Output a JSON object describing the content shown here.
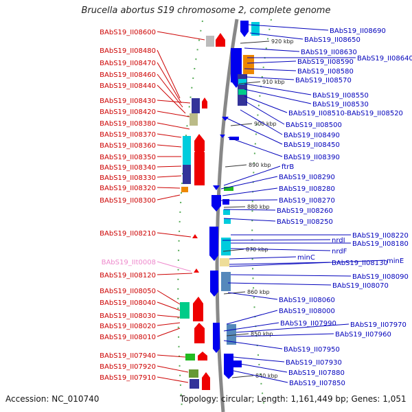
{
  "title": "Brucella abortus S19 chromosome 2, complete genome",
  "accession": "Accession: NC_010740",
  "topology": "Topology: circular; Length: 1,161,449 bp; Genes: 1,051",
  "colors": {
    "left_label": "#cc0000",
    "right_label": "#0000bb",
    "rna_label": "#ee88cc",
    "backbone": "#888888"
  },
  "ticks": [
    "920 kbp",
    "910 kbp",
    "900 kbp",
    "890 kbp",
    "880 kbp",
    "870 kbp",
    "860 kbp",
    "850 kbp",
    "840 kbp"
  ],
  "left_labels": [
    "BAbS19_II08600",
    "BAbS19_II08480",
    "BAbS19_II08470",
    "BAbS19_II08460",
    "BAbS19_II08440",
    "BAbS19_II08430",
    "BAbS19_II08420",
    "BAbS19_II08380",
    "BAbS19_II08370",
    "BAbS19_II08360",
    "BAbS19_II08350",
    "BAbS19_II08340",
    "BAbS19_II08330",
    "BAbS19_II08320",
    "BAbS19_II08300",
    "BAbS19_II08210",
    "BAbS19_IIt0008",
    "BAbS19_II08120",
    "BAbS19_II08050",
    "BAbS19_II08040",
    "BAbS19_II08030",
    "BAbS19_II08020",
    "BAbS19_II08010",
    "BAbS19_II07940",
    "BAbS19_II07920",
    "BAbS19_II07910"
  ],
  "right_labels": [
    "BAbS19_II08690",
    "BAbS19_II08650",
    "BAbS19_II08630",
    "BAbS19_II08640",
    "BAbS19_II08590",
    "BAbS19_II08580",
    "BAbS19_II08570",
    "BAbS19_II08550",
    "BAbS19_II08530",
    "BAbS19_II08510-BAbS19_II08520",
    "BAbS19_II08500",
    "BAbS19_II08490",
    "BAbS19_II08450",
    "BAbS19_II08390",
    "ftrB",
    "BAbS19_II08290",
    "BAbS19_II08280",
    "BAbS19_II08270",
    "BAbS19_II08260",
    "BAbS19_II08250",
    "BAbS19_II08220",
    "nrdI",
    "BAbS19_II08180",
    "nrdF",
    "minC",
    "BAbS19_II08130",
    "minE",
    "BAbS19_II08090",
    "BAbS19_II08070",
    "BAbS19_II08060",
    "BAbS19_II08000",
    "BAbS19_II07990",
    "BAbS19_II07970",
    "BAbS19_II07960",
    "BAbS19_II07950",
    "BAbS19_II07930",
    "BAbS19_II07880",
    "BAbS19_II07850"
  ]
}
